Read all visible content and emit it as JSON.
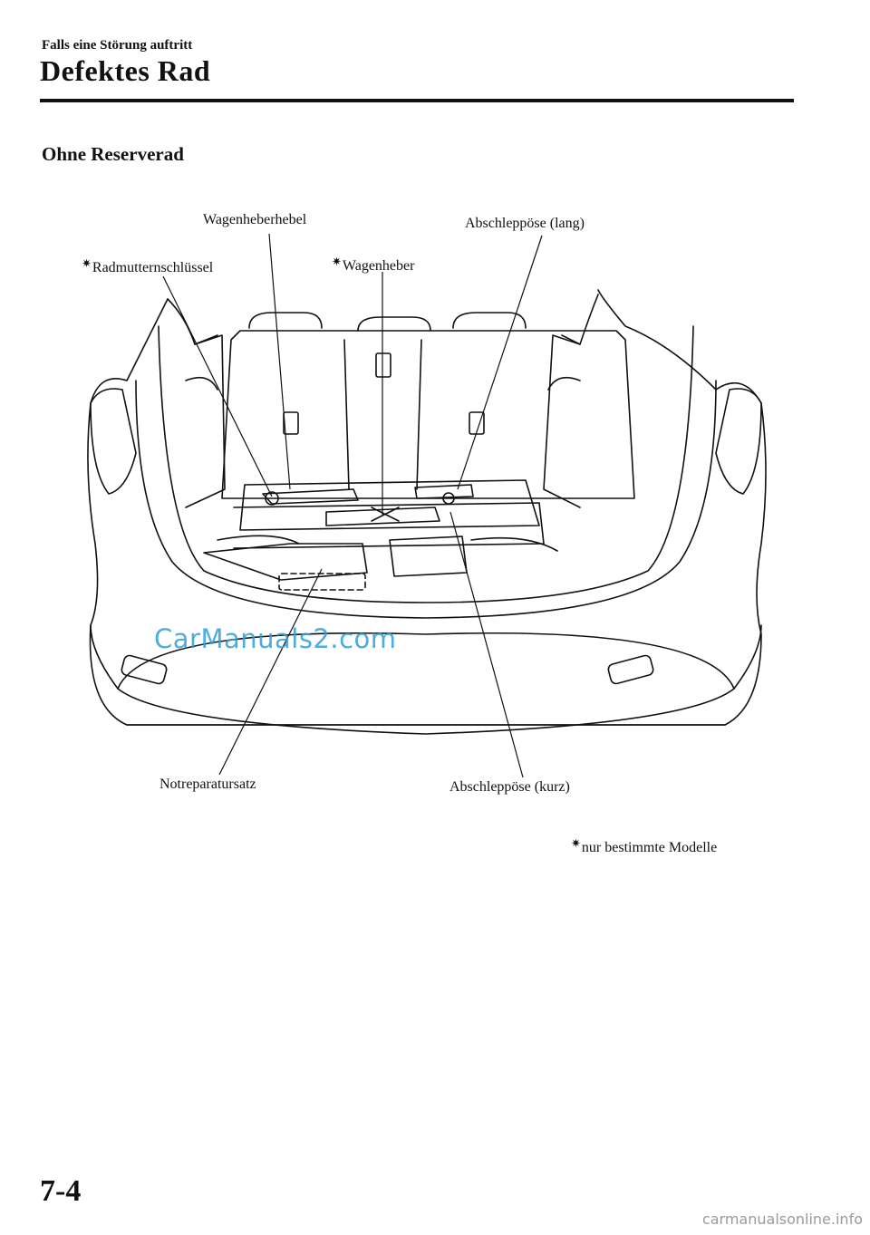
{
  "header": {
    "chapter": "Falls eine Störung auftritt",
    "title": "Defektes Rad"
  },
  "section": {
    "title": "Ohne Reserverad"
  },
  "figure": {
    "labels": {
      "jack_lever": "Wagenheberhebel",
      "towing_eye_long": "Abschleppöse (lang)",
      "lug_wrench": "Radmutternschlüssel",
      "jack": "Wagenheber",
      "repair_kit": "Notreparatursatz",
      "towing_eye_short": "Abschleppöse (kurz)"
    },
    "star_glyph": "✷",
    "note": "nur bestimmte Modelle",
    "watermark": "CarManuals2.com"
  },
  "footer": {
    "page_number": "7-4",
    "site": "carmanualsonline.info"
  }
}
